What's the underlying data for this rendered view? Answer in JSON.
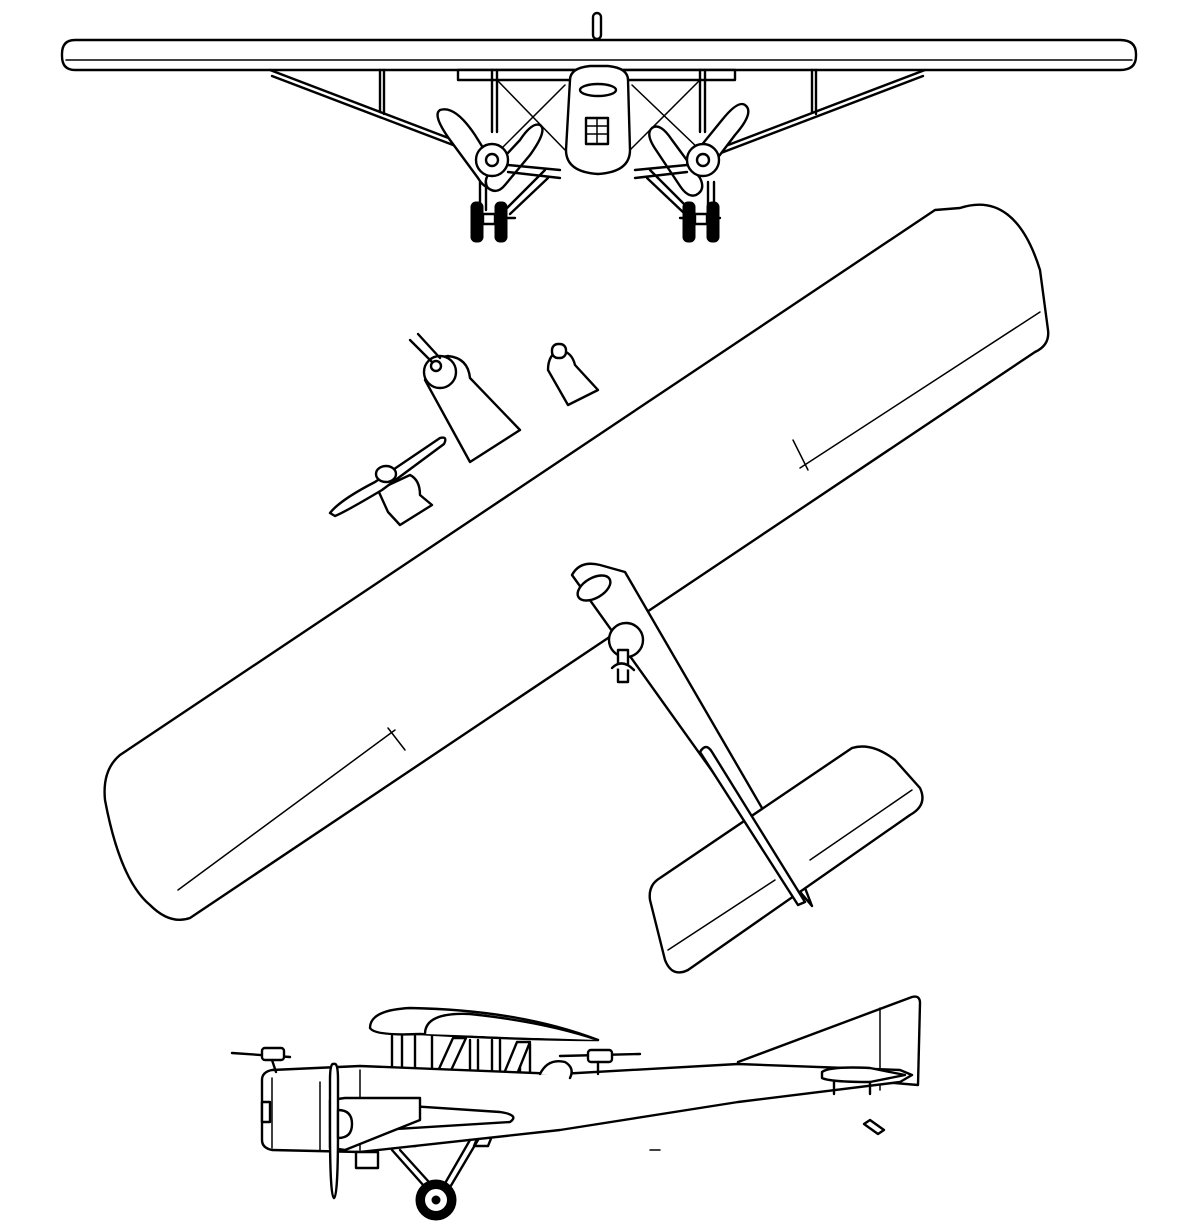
{
  "drawing": {
    "views": [
      {
        "id": "front-view"
      },
      {
        "id": "top-view"
      },
      {
        "id": "side-view"
      }
    ]
  },
  "colors": {
    "line": "#000000",
    "background": "#ffffff"
  }
}
